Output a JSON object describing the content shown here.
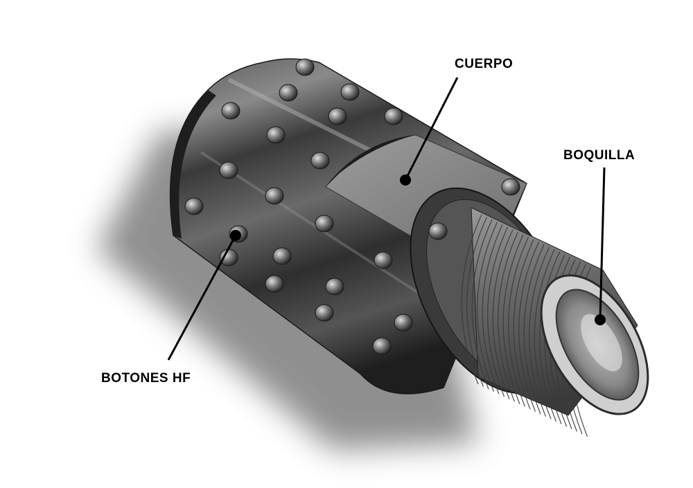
{
  "labels": {
    "cuerpo": "CUERPO",
    "boquilla": "BOQUILLA",
    "botones": "BOTONES HF"
  },
  "colors": {
    "background": "#ffffff",
    "metal_dark": "#2b2b2b",
    "metal_mid": "#6e6e6e",
    "metal_light": "#c8c8c8",
    "leader": "#000000"
  }
}
